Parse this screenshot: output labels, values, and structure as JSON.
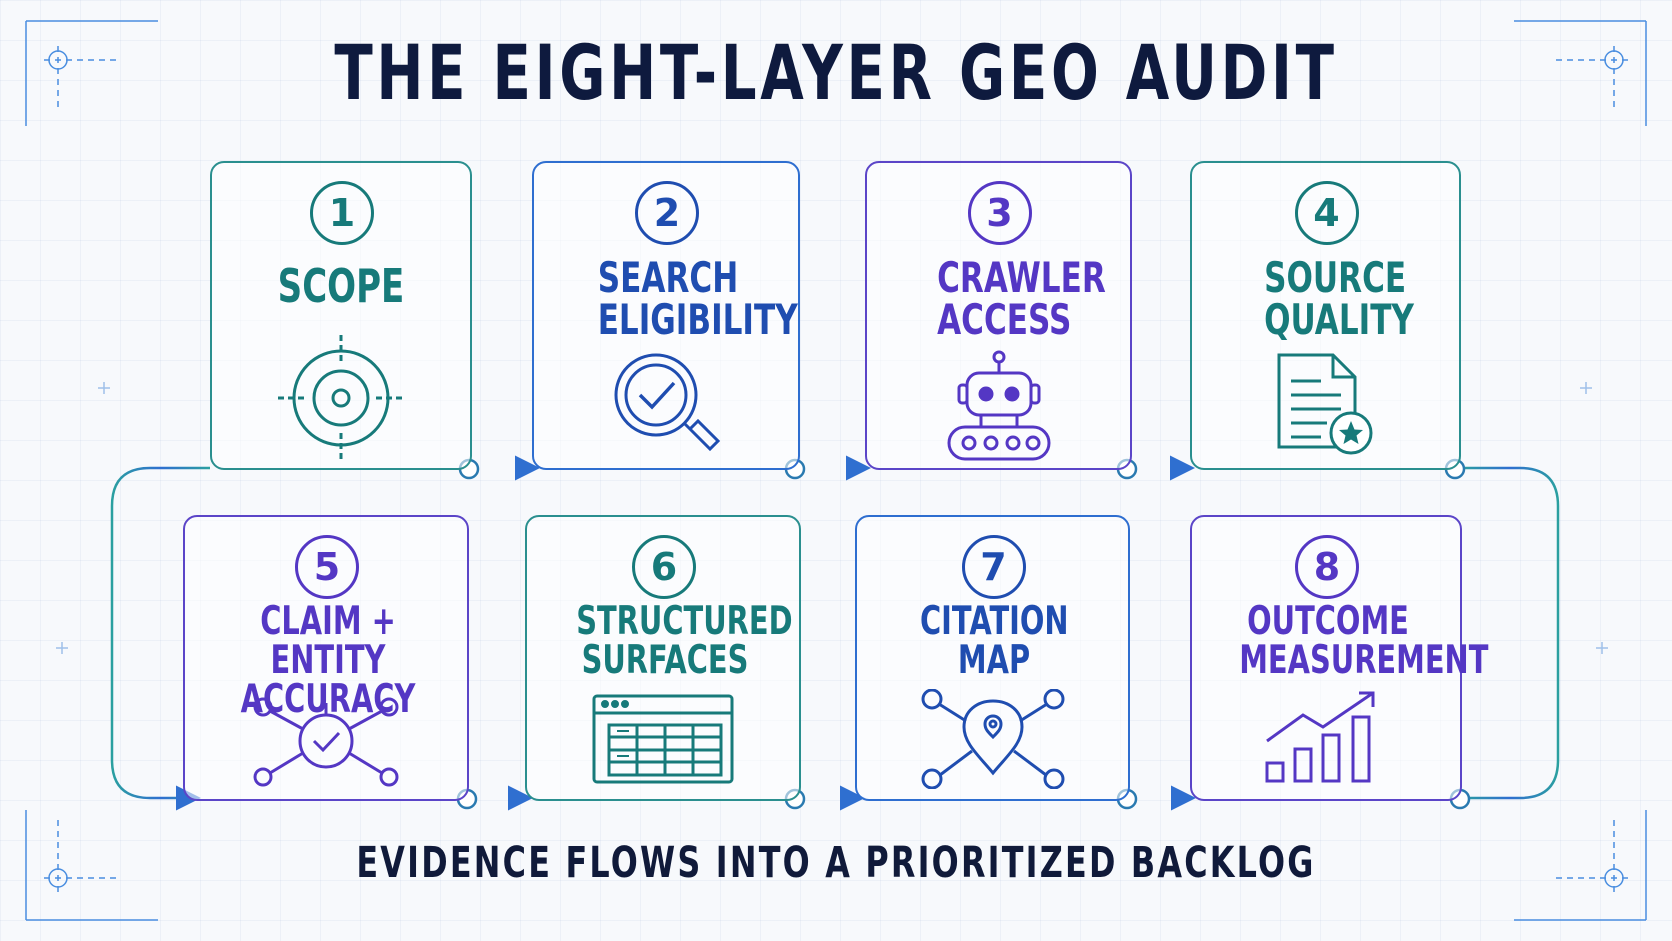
{
  "title": "THE EIGHT-LAYER GEO AUDIT",
  "footer": "EVIDENCE FLOWS INTO A PRIORITIZED BACKLOG",
  "colors": {
    "teal": "#177a7a",
    "blue": "#1f4db0",
    "purple": "#5437c4",
    "navy": "#0e1a3e"
  },
  "layers": [
    {
      "number": "1",
      "label": "SCOPE",
      "icon": "target-icon"
    },
    {
      "number": "2",
      "label": "SEARCH ELIGIBILITY",
      "icon": "magnifier-check-icon"
    },
    {
      "number": "3",
      "label": "CRAWLER ACCESS",
      "icon": "robot-icon"
    },
    {
      "number": "4",
      "label": "SOURCE QUALITY",
      "icon": "document-star-icon"
    },
    {
      "number": "5",
      "label": "CLAIM + ENTITY ACCURACY",
      "icon": "network-check-icon"
    },
    {
      "number": "6",
      "label": "STRUCTURED SURFACES",
      "icon": "table-window-icon"
    },
    {
      "number": "7",
      "label": "CITATION MAP",
      "icon": "location-network-icon"
    },
    {
      "number": "8",
      "label": "OUTCOME MEASUREMENT",
      "icon": "growth-chart-icon"
    }
  ]
}
